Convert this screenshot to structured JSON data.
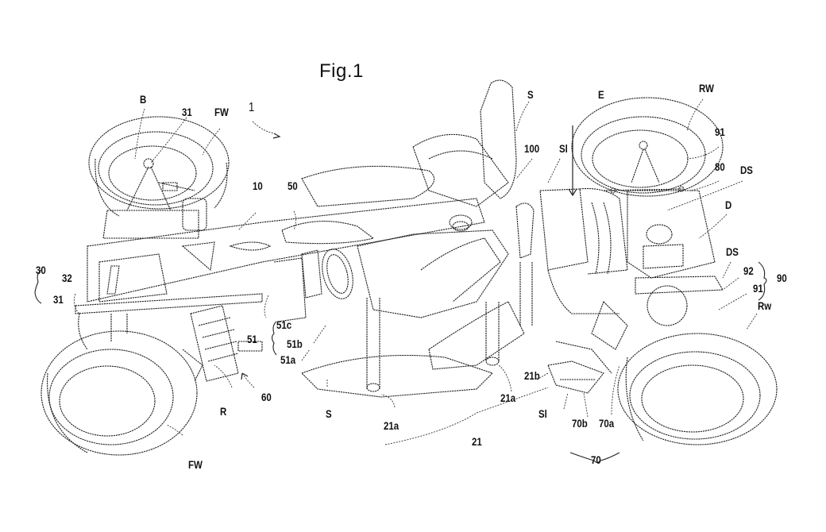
{
  "figure": {
    "title": "Fig.1",
    "subject": "vehicle perspective view (patent drawing)",
    "labels": {
      "ref_1": "1",
      "B": "B",
      "fw_top_31": "31",
      "fw_top": "FW",
      "ref_10": "10",
      "ref_50": "50",
      "seat_top": "S",
      "ref_100": "100",
      "sl_top": "Sl",
      "E": "E",
      "rw_top": "RW",
      "ref_91_top": "91",
      "ref_80": "80",
      "ds_top": "DS",
      "D": "D",
      "ds_right": "DS",
      "ref_92": "92",
      "ref_91_right": "91",
      "ref_90": "90",
      "rw_right": "Rw",
      "ref_30": "30",
      "ref_32": "32",
      "ref_31_left": "31",
      "ref_51": "51",
      "ref_51c": "51c",
      "ref_51b": "51b",
      "ref_51a": "51a",
      "ref_60": "60",
      "R": "R",
      "fw_bottom": "FW",
      "seat_bottom": "S",
      "ref_21a_left": "21a",
      "ref_21a_mid": "21a",
      "ref_21b": "21b",
      "ref_21": "21",
      "sl_bottom": "Sl",
      "ref_70b": "70b",
      "ref_70a": "70a",
      "ref_70": "70"
    }
  }
}
